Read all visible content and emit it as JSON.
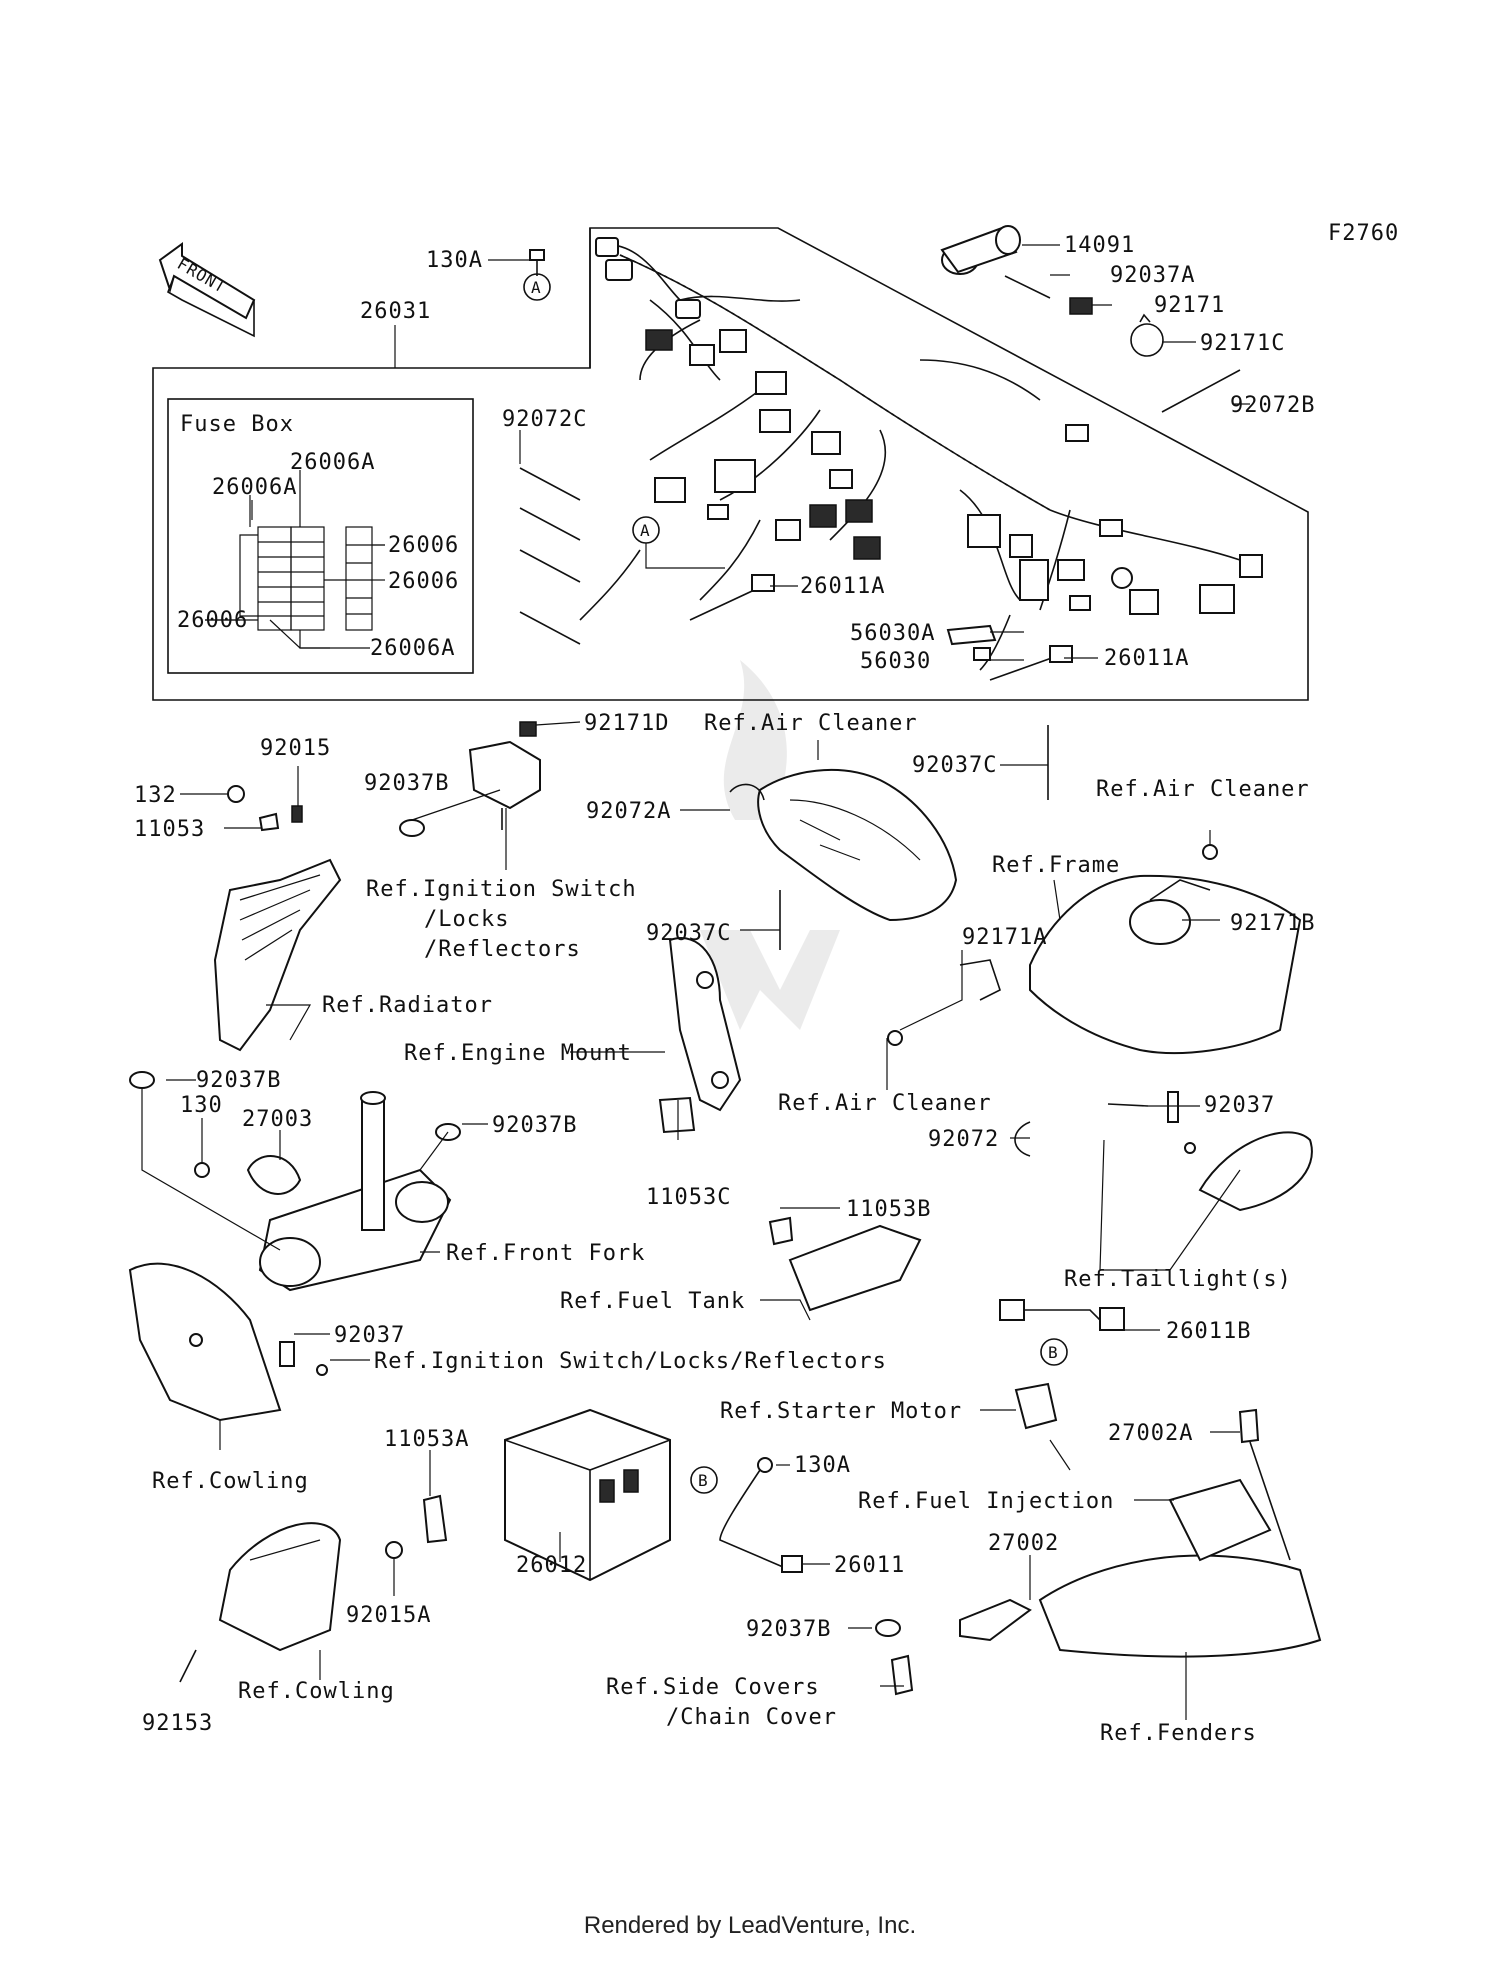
{
  "diagram_code": "F2760",
  "front_arrow_label": "FRONT",
  "footer": "Rendered by LeadVenture, Inc.",
  "fuse_box_title": "Fuse Box",
  "callouts": {
    "A": "A",
    "B": "B"
  },
  "labels": {
    "p130A_top": "130A",
    "p26031": "26031",
    "p14091": "14091",
    "p92037A": "92037A",
    "p92171": "92171",
    "p92171C": "92171C",
    "p92072B": "92072B",
    "p92072C": "92072C",
    "p26006A_1": "26006A",
    "p26006A_2": "26006A",
    "p26006_1": "26006",
    "p26006_2": "26006",
    "p26006_3": "26006",
    "p26006A_3": "26006A",
    "p26011A_1": "26011A",
    "p56030A": "56030A",
    "p56030": "56030",
    "p26011A_2": "26011A",
    "p92015": "92015",
    "p132": "132",
    "p11053": "11053",
    "p92037B_1": "92037B",
    "p92171D": "92171D",
    "ref_air_cleaner_1": "Ref.Air Cleaner",
    "p92037C_1": "92037C",
    "ref_air_cleaner_2": "Ref.Air Cleaner",
    "p92072A": "92072A",
    "ref_ignition_1": "Ref.Ignition Switch",
    "ref_ignition_2": "/Locks",
    "ref_ignition_3": "/Reflectors",
    "ref_frame": "Ref.Frame",
    "p92037C_2": "92037C",
    "p92171A": "92171A",
    "p92171B": "92171B",
    "ref_radiator": "Ref.Radiator",
    "ref_engine_mount": "Ref.Engine Mount",
    "ref_air_cleaner_3": "Ref.Air Cleaner",
    "p92037B_2": "92037B",
    "p130": "130",
    "p27003": "27003",
    "p92037B_3": "92037B",
    "p92072": "92072",
    "p92037_1": "92037",
    "p11053C": "11053C",
    "p11053B": "11053B",
    "ref_front_fork": "Ref.Front Fork",
    "ref_taillights": "Ref.Taillight(s)",
    "ref_fuel_tank": "Ref.Fuel Tank",
    "p92037_2": "92037",
    "ref_ignition_long": "Ref.Ignition Switch/Locks/Reflectors",
    "p26011B": "26011B",
    "ref_starter_motor": "Ref.Starter Motor",
    "p27002A": "27002A",
    "ref_cowling_1": "Ref.Cowling",
    "p11053A": "11053A",
    "p130A_bottom": "130A",
    "ref_fuel_injection": "Ref.Fuel Injection",
    "p27002": "27002",
    "p26012": "26012",
    "p26011": "26011",
    "p92015A": "92015A",
    "p92037B_4": "92037B",
    "ref_side_covers_1": "Ref.Side Covers",
    "ref_side_covers_2": "/Chain Cover",
    "ref_cowling_2": "Ref.Cowling",
    "p92153": "92153",
    "ref_fenders": "Ref.Fenders"
  }
}
